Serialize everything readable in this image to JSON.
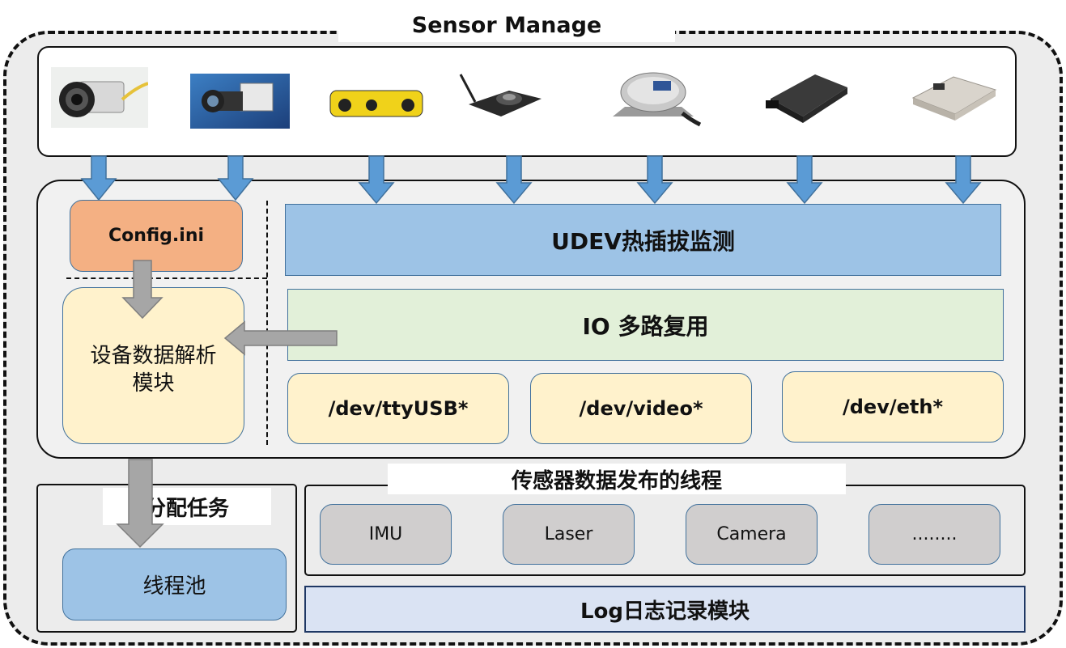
{
  "title": "Sensor Manage",
  "sensors": [
    {
      "name": "camera-1-image"
    },
    {
      "name": "camera-2-image"
    },
    {
      "name": "stereo-camera-image"
    },
    {
      "name": "lidar-image"
    },
    {
      "name": "imu-image"
    },
    {
      "name": "gps-module-image"
    },
    {
      "name": "imu-board-image"
    }
  ],
  "config": "Config.ini",
  "parser": {
    "line1": "设备数据解析",
    "line2": "模块"
  },
  "udev": "UDEV热插拔监测",
  "io": "IO 多路复用",
  "devices": [
    "/dev/ttyUSB*",
    "/dev/video*",
    "/dev/eth*"
  ],
  "task_label": "分配任务",
  "pool": "线程池",
  "publish_label": "传感器数据发布的线程",
  "threads": [
    "IMU",
    "Laser",
    "Camera",
    "........"
  ],
  "log": "Log日志记录模块",
  "colors": {
    "arrow_blue": "#5b9bd5",
    "arrow_gray": "#a6a6a6",
    "config": "#f4b083",
    "udev": "#9dc3e6",
    "io": "#e2f0d9",
    "device": "#fff2cc",
    "thread": "#d0cece",
    "log": "#dae3f3"
  }
}
